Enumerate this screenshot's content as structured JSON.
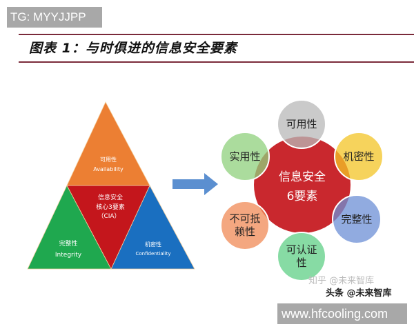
{
  "watermark_tag": "TG: MYYJJPP",
  "title": "图表 1：与时俱进的信息安全要素",
  "pyramid": {
    "top": {
      "cn": "可用性",
      "en": "Availability",
      "color": "#ec7f33"
    },
    "center": {
      "line1": "信息安全",
      "line2": "核心3要素",
      "line3": "（CIA）",
      "color": "#c4161c"
    },
    "left": {
      "cn": "完整性",
      "en": "Integrity",
      "color": "#1fa84f"
    },
    "right": {
      "cn": "机密性",
      "en": "Confidentiality",
      "color": "#1a6fc0"
    }
  },
  "arrow_color": "#5b8fd0",
  "hub": {
    "line1": "信息安全",
    "line2": "6要素",
    "color": "#c4161c"
  },
  "nodes": [
    {
      "label": "可用性",
      "color": "#b8b8b8"
    },
    {
      "label": "机密性",
      "color": "#f3c425"
    },
    {
      "label": "完整性",
      "color": "#6c8fd6"
    },
    {
      "label": "可认证性",
      "color": "#5fcf85"
    },
    {
      "label": "不可抵赖性",
      "color": "#f08a55"
    },
    {
      "label": "实用性",
      "color": "#8fd07c"
    }
  ],
  "watermarks": {
    "zhihu": "知乎 @未来智库",
    "toutiao": "头条 @未来智库"
  },
  "site": "www.hfcooling.com"
}
